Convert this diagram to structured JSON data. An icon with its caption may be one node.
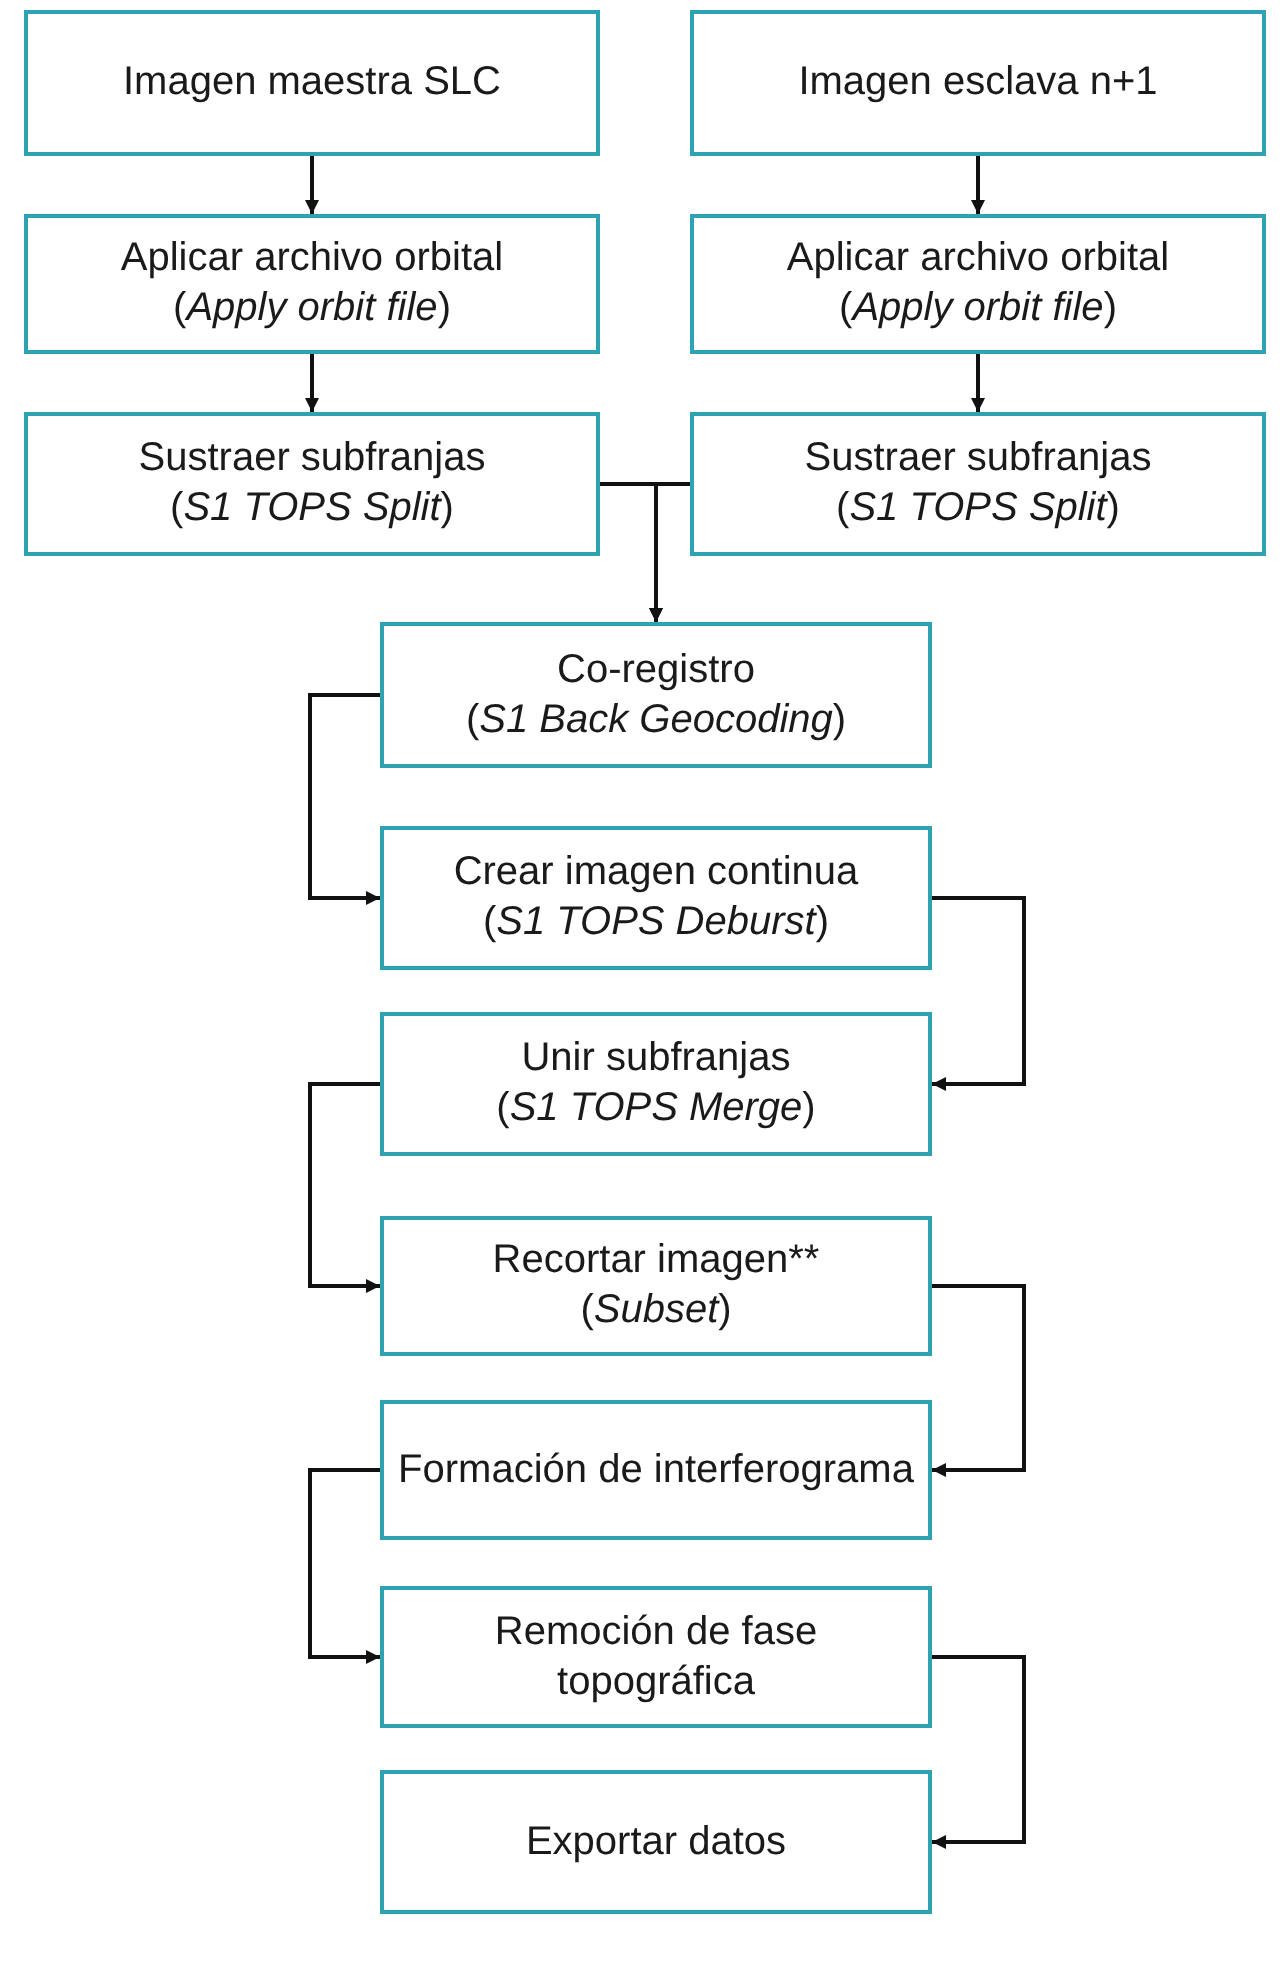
{
  "diagram": {
    "nodes": [
      {
        "text": [
          "Imagen maestra SLC"
        ]
      },
      {
        "text": [
          "Imagen esclava n+1"
        ]
      },
      {
        "text": [
          "Aplicar archivo orbital",
          "(*Apply orbit file*)"
        ]
      },
      {
        "text": [
          "Aplicar archivo orbital",
          "(*Apply orbit file*)"
        ]
      },
      {
        "text": [
          "Sustraer subfranjas",
          "(*S1 TOPS Split*)"
        ]
      },
      {
        "text": [
          "Sustraer subfranjas",
          "(*S1 TOPS Split*)"
        ]
      },
      {
        "text": [
          "Co-registro",
          "(*S1 Back Geocoding*)"
        ]
      },
      {
        "text": [
          "Crear imagen continua",
          "(*S1 TOPS Deburst*)"
        ]
      },
      {
        "text": [
          "Unir subfranjas",
          "(*S1 TOPS Merge*)"
        ]
      },
      {
        "text": [
          "Recortar imagen**",
          "(*Subset*)"
        ]
      },
      {
        "text": [
          "Formación de interferograma"
        ]
      },
      {
        "text": [
          "Remoción de fase topográfica"
        ]
      },
      {
        "text": [
          "Exportar datos"
        ]
      }
    ],
    "edges": [
      {
        "from": 0,
        "to": 2,
        "arrow": "to"
      },
      {
        "from": 1,
        "to": 3,
        "arrow": "to"
      },
      {
        "from": 2,
        "to": 4,
        "arrow": "to"
      },
      {
        "from": 3,
        "to": 5,
        "arrow": "to"
      },
      {
        "from": 4,
        "to": 6,
        "arrow": "to"
      },
      {
        "from": 5,
        "to": 6,
        "arrow": "to"
      },
      {
        "from": 6,
        "to": 7,
        "arrow": "to"
      },
      {
        "from": 7,
        "to": 8,
        "arrow": "to"
      },
      {
        "from": 8,
        "to": 9,
        "arrow": "to"
      },
      {
        "from": 9,
        "to": 10,
        "arrow": "to"
      },
      {
        "from": 10,
        "to": 11,
        "arrow": "to"
      },
      {
        "from": 11,
        "to": 12,
        "arrow": "to"
      }
    ]
  }
}
